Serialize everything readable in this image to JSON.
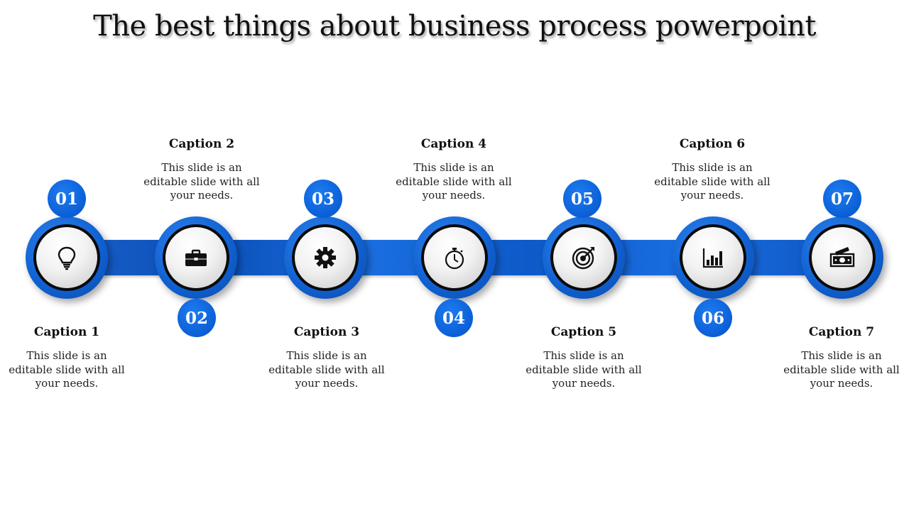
{
  "title": "The best things about business process powerpoint",
  "steps": [
    {
      "number": "01",
      "caption": "Caption 1",
      "text": "This slide is an editable slide with all your needs.",
      "icon": "lightbulb-icon"
    },
    {
      "number": "02",
      "caption": "Caption 2",
      "text": "This slide is an editable slide with all your needs.",
      "icon": "briefcase-icon"
    },
    {
      "number": "03",
      "caption": "Caption 3",
      "text": "This slide is an editable slide with all your needs.",
      "icon": "gear-icon"
    },
    {
      "number": "04",
      "caption": "Caption 4",
      "text": "This slide is an editable slide with all your needs.",
      "icon": "stopwatch-icon"
    },
    {
      "number": "05",
      "caption": "Caption 5",
      "text": "This slide is an editable slide with all your needs.",
      "icon": "target-icon"
    },
    {
      "number": "06",
      "caption": "Caption 6",
      "text": "This slide is an editable slide with all your needs.",
      "icon": "bar-chart-icon"
    },
    {
      "number": "07",
      "caption": "Caption 7",
      "text": "This slide is an editable slide with all your needs.",
      "icon": "money-icon"
    }
  ],
  "colors": {
    "accent": "#0f5fd0",
    "badge": "#0b5fd6"
  }
}
